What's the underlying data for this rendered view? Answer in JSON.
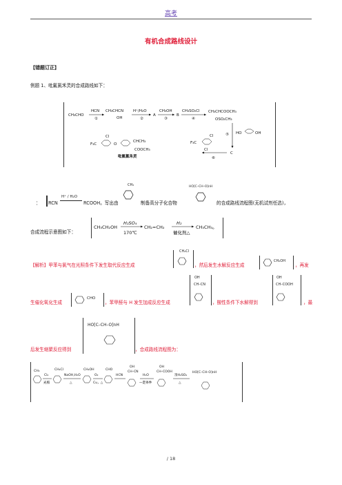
{
  "header": {
    "link": "高考"
  },
  "title": "有机合成路线设计",
  "section": "【错题订正】",
  "example": "例题 1、吡氟氯禾灵的合成路线如下：",
  "scheme1": {
    "start": "CH₃CHO",
    "r1": "HCN",
    "n1": "①",
    "p1": "CH₃CHCN",
    "p1oh": "OH",
    "r2": "H⁺/H₂O",
    "n2": "②",
    "a": "A",
    "r3": "CH₃OH",
    "n3": "③",
    "b": "B",
    "r4": "CH₃SO₂Cl",
    "n4": "④",
    "p4": "CH₃CHCOOCH₃",
    "p4sub": "OSO₂CH₃",
    "n5": "⑤",
    "r5": "HO",
    "r5b": "OH",
    "c": "C",
    "n6": "⑥",
    "r6a": "F₃C",
    "r6b": "Cl",
    "r6c": "Cl",
    "prodF3C": "F₃C",
    "prodCl": "Cl",
    "prodSide": "CHCH₃",
    "prodEster": "COOCH₃",
    "prodName": "吡氟氯禾灵"
  },
  "line2": {
    "colon": "：",
    "reagent": "RCN",
    "arrow": "H⁺ / H₂O",
    "product": "RCOOH。写出由",
    "ch3": "CH₃",
    "mid": "制备高分子化合物",
    "polymer": "HO[C–CH–O]nH",
    "tail": "的合成路线流程图(无机试剂任选)，"
  },
  "line3": {
    "lead": "合成流程示意图如下：",
    "s1": "CH₃CH₂OH",
    "c1": "H₂SO₄",
    "t1": "170℃",
    "s2": "CH₂=CH₂",
    "c2": "H₂",
    "t2": "催化剂△",
    "s3": "CH₃CH₃。"
  },
  "analysis": {
    "a1": "【解析】甲苯与氯气在光照条件下发生取代反应生成",
    "ch2cl": "CH₂Cl",
    "a2": "，然后发生水解反应生成",
    "ch2oh": "CH₂OH",
    "a3": "，再发",
    "b1": "生催化氧化生成",
    "cho": "CHO",
    "b2": "，苯甲醛与 H 发生加成反应生成",
    "oh1": "OH",
    "chcn": "CH–CN",
    "b3": "，酸性条件下水解得到",
    "oh2": "OH",
    "chcooh": "CH–COOH",
    "b4": "，最",
    "c1": "后发生缩聚反应得到",
    "poly": "HO[C–CH–O]nH",
    "c2": "，合成路线流程图为："
  },
  "scheme2": {
    "m1": "CH₃",
    "r1": "Cl₂",
    "c1": "光照",
    "m2": "CH₂Cl",
    "r2": "NaOH,H₂O",
    "c2": "△",
    "m3": "CH₂OH",
    "r3": "O₂",
    "c3": "Cu，△",
    "m4": "CHO",
    "r4": "HCN",
    "m5oh": "OH",
    "m5": "CH–CN",
    "r5": "H₂O",
    "c5": "一定条件",
    "m6oh": "OH",
    "m6": "CH–COOH",
    "r6": "浓H₂SO₄",
    "c6": "△",
    "m7": "HO[C–CH–O]nH"
  },
  "page": "/ 18"
}
